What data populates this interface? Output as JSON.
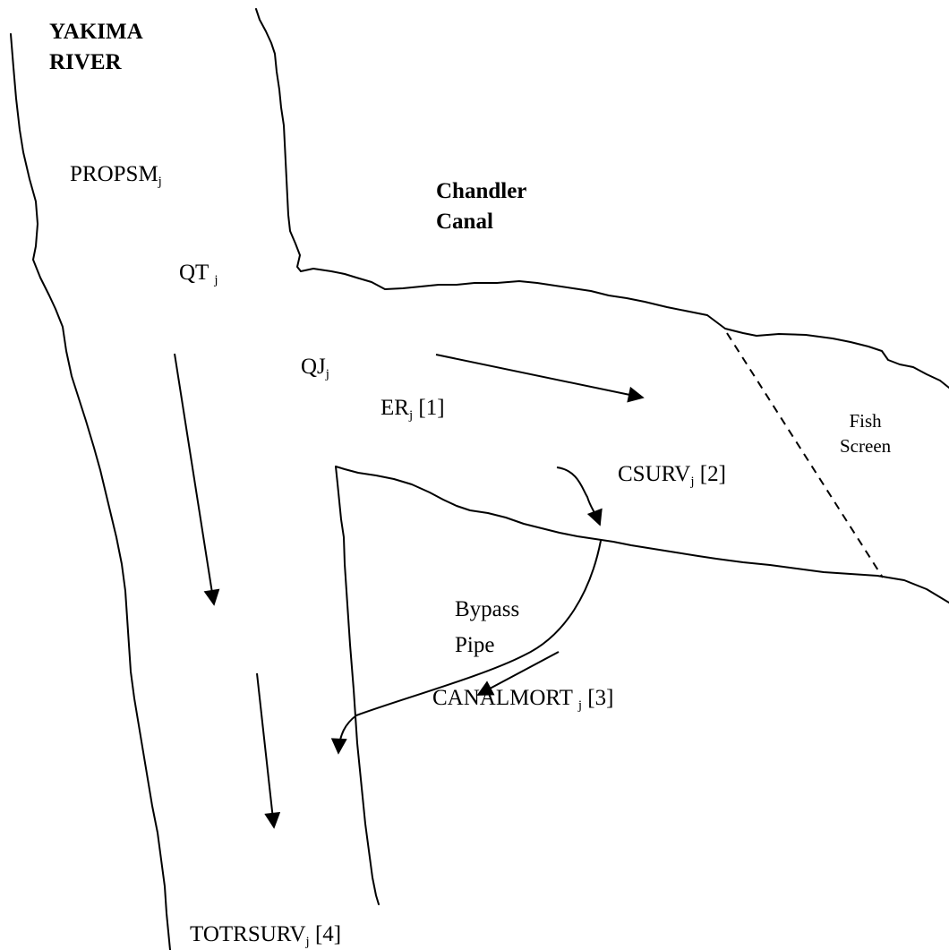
{
  "river": {
    "line1": "YAKIMA",
    "line2": "RIVER"
  },
  "canal": {
    "line1": "Chandler",
    "line2": "Canal"
  },
  "fish_screen": {
    "line1": "Fish",
    "line2": "Screen"
  },
  "bypass_pipe": {
    "line1": "Bypass",
    "line2": "Pipe"
  },
  "labels": {
    "propsm": {
      "base": "PROPSM",
      "sub": "j",
      "suffix": ""
    },
    "qt": {
      "base": "QT",
      "sub": "j",
      "suffix": ""
    },
    "qj": {
      "base": "QJ",
      "sub": "j",
      "suffix": ""
    },
    "er": {
      "base": "ER",
      "sub": "j",
      "suffix": "[1]"
    },
    "csurv": {
      "base": "CSURV",
      "sub": "j",
      "suffix": "[2]"
    },
    "canalmort": {
      "base": "CANALMORT",
      "sub": "j",
      "suffix": "[3]"
    },
    "totrsurv": {
      "base": "TOTRSURV",
      "sub": "j",
      "suffix": "[4]"
    }
  }
}
